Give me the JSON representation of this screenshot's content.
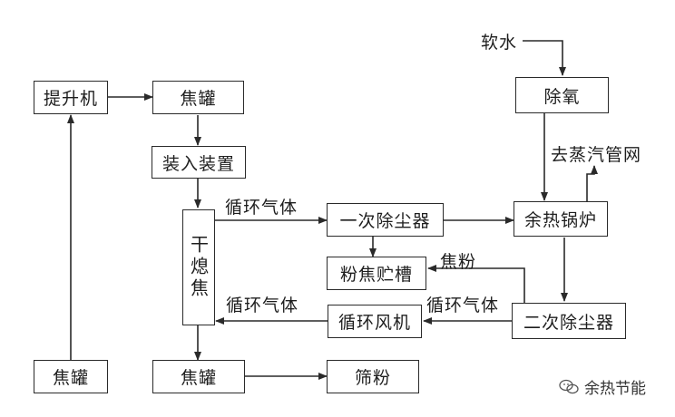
{
  "nodes": {
    "hoist": "提升机",
    "coke_tank_top": "焦罐",
    "charging_device": "装入装置",
    "dry_quench_coke": "干熄焦",
    "coke_tank_bottom_left": "焦罐",
    "coke_tank_bottom": "焦罐",
    "screening": "筛粉",
    "primary_dust_collector": "一次除尘器",
    "coke_powder_tank": "粉焦贮槽",
    "circulating_fan": "循环风机",
    "deaeration": "除氧",
    "waste_heat_boiler": "余热锅炉",
    "secondary_dust_collector": "二次除尘器"
  },
  "labels": {
    "soft_water": "软水",
    "to_steam_network": "去蒸汽管网",
    "circulating_gas_top": "循环气体",
    "circulating_gas_mid": "循环气体",
    "circulating_gas_left": "循环气体",
    "coke_powder": "焦粉"
  },
  "watermark": {
    "text": "余热节能",
    "icon": "wechat-icon"
  },
  "colors": {
    "line": "#2a2a2a",
    "text": "#1e1e1e",
    "background": "#ffffff"
  }
}
